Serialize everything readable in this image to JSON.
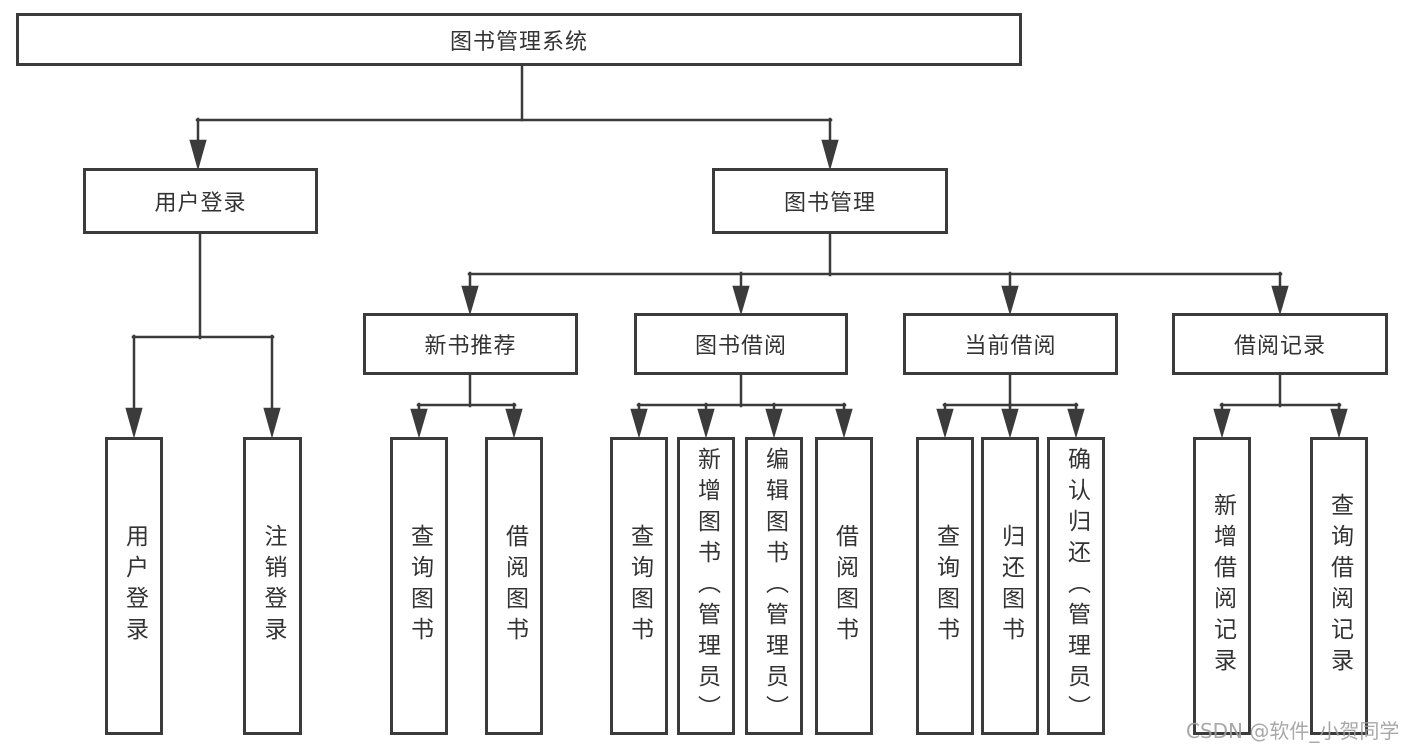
{
  "colors": {
    "line": "#3b3b3b",
    "text": "#333333",
    "box_background": "#ffffff",
    "watermark": "#9e9e9e",
    "background": "#ffffff"
  },
  "diagram": {
    "root": {
      "id": "library-management-system",
      "label": "图书管理系统"
    },
    "level2": [
      {
        "id": "user-login",
        "label": "用户登录",
        "parent": "library-management-system"
      },
      {
        "id": "book-management",
        "label": "图书管理",
        "parent": "library-management-system"
      }
    ],
    "level3": [
      {
        "id": "new-book-recommend",
        "label": "新书推荐",
        "parent": "book-management"
      },
      {
        "id": "book-borrowing",
        "label": "图书借阅",
        "parent": "book-management"
      },
      {
        "id": "current-borrowing",
        "label": "当前借阅",
        "parent": "book-management"
      },
      {
        "id": "borrowing-records",
        "label": "借阅记录",
        "parent": "book-management"
      }
    ],
    "leaves": [
      {
        "id": "user-login-action",
        "label": "用户登录",
        "parent": "user-login"
      },
      {
        "id": "logout-action",
        "label": "注销登录",
        "parent": "user-login"
      },
      {
        "id": "query-books-recommend",
        "label": "查询图书",
        "parent": "new-book-recommend"
      },
      {
        "id": "borrow-books-recommend",
        "label": "借阅图书",
        "parent": "new-book-recommend"
      },
      {
        "id": "query-books-borrowing",
        "label": "查询图书",
        "parent": "book-borrowing"
      },
      {
        "id": "add-books-admin",
        "label": "新增图书（管理员）",
        "parent": "book-borrowing"
      },
      {
        "id": "edit-books-admin",
        "label": "编辑图书（管理员）",
        "parent": "book-borrowing"
      },
      {
        "id": "borrow-books-borrowing",
        "label": "借阅图书",
        "parent": "book-borrowing"
      },
      {
        "id": "query-books-current",
        "label": "查询图书",
        "parent": "current-borrowing"
      },
      {
        "id": "return-books",
        "label": "归还图书",
        "parent": "current-borrowing"
      },
      {
        "id": "confirm-return-admin",
        "label": "确认归还（管理员）",
        "parent": "current-borrowing"
      },
      {
        "id": "add-borrow-record",
        "label": "新增借阅记录",
        "parent": "borrowing-records"
      },
      {
        "id": "query-borrow-record",
        "label": "查询借阅记录",
        "parent": "borrowing-records"
      }
    ]
  },
  "watermark": {
    "text": "CSDN @软件_小贺同学"
  }
}
